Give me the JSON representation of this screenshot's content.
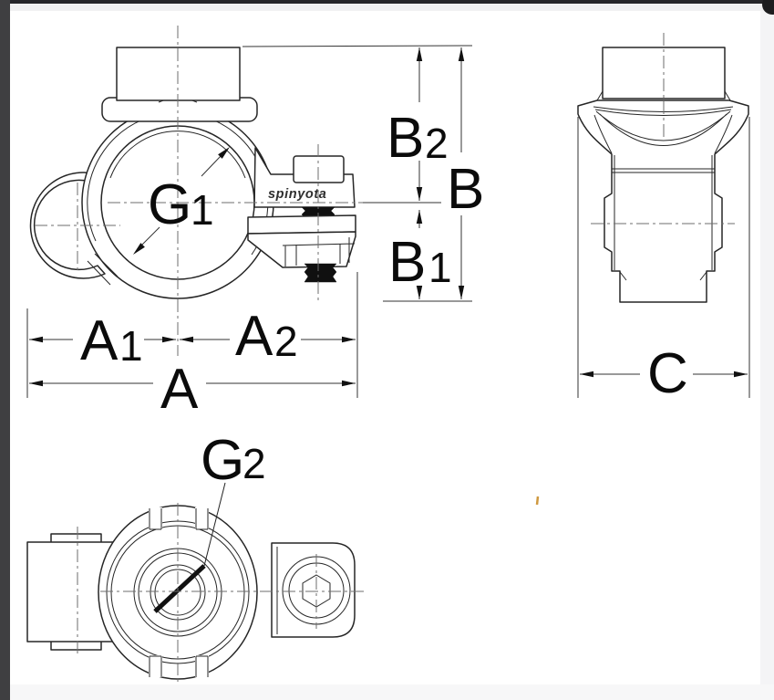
{
  "page": {
    "chrome": {
      "left_edge_color": "#3f3f41",
      "top_edge_color": "#26262a",
      "top_band_color": "#f1f1f2",
      "right_margin_color": "#f4f4f6",
      "bottom_margin_color": "#f7f7f8",
      "corner_button_color": "#1d1d1f",
      "accent_mark_color": "#cf9940"
    }
  },
  "drawing": {
    "line_color": "#262626",
    "centerline_color": "#6e6e6e",
    "label_color": "#0b0b0b",
    "brand_text": "spinyota",
    "dimension_labels": {
      "g1": {
        "letter": "G",
        "subscript": "1"
      },
      "g2": {
        "letter": "G",
        "subscript": "2"
      },
      "b2": {
        "letter": "B",
        "subscript": "2"
      },
      "b": {
        "letter": "B",
        "subscript": ""
      },
      "b1": {
        "letter": "B",
        "subscript": "1"
      },
      "a1": {
        "letter": "A",
        "subscript": "1"
      },
      "a2": {
        "letter": "A",
        "subscript": "2"
      },
      "a": {
        "letter": "A",
        "subscript": ""
      },
      "c": {
        "letter": "C",
        "subscript": ""
      }
    }
  }
}
